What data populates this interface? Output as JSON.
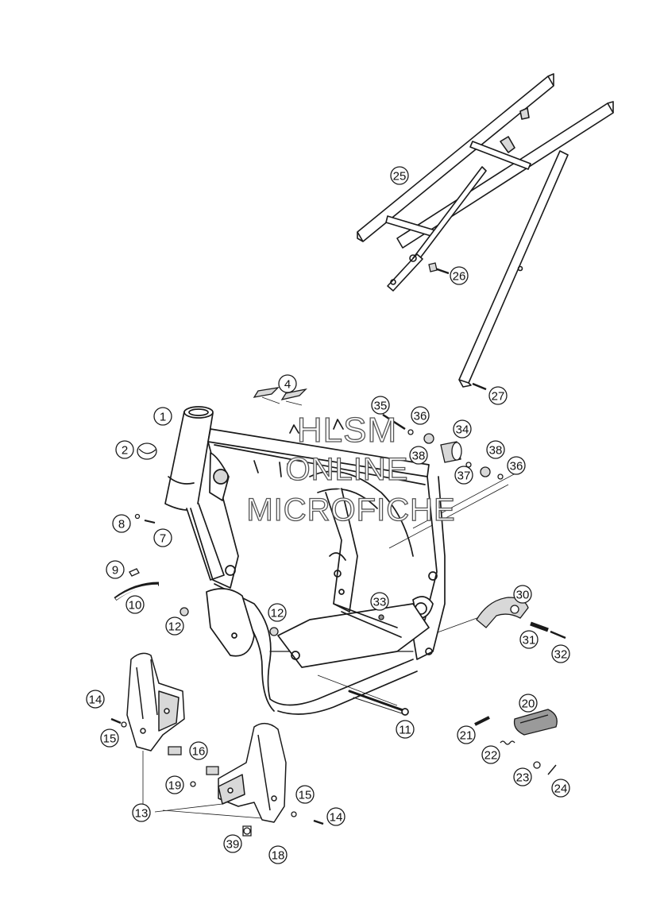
{
  "watermark": {
    "line1": "HLSM",
    "line2": "ONLINE",
    "line3": "MICROFICHE"
  },
  "callouts": [
    {
      "label": "1"
    },
    {
      "label": "2"
    },
    {
      "label": "4"
    },
    {
      "label": "7"
    },
    {
      "label": "8"
    },
    {
      "label": "9"
    },
    {
      "label": "10"
    },
    {
      "label": "11"
    },
    {
      "label": "12"
    },
    {
      "label": "12"
    },
    {
      "label": "13"
    },
    {
      "label": "14"
    },
    {
      "label": "14"
    },
    {
      "label": "15"
    },
    {
      "label": "15"
    },
    {
      "label": "16"
    },
    {
      "label": "18"
    },
    {
      "label": "19"
    },
    {
      "label": "20"
    },
    {
      "label": "21"
    },
    {
      "label": "22"
    },
    {
      "label": "23"
    },
    {
      "label": "24"
    },
    {
      "label": "25"
    },
    {
      "label": "26"
    },
    {
      "label": "27"
    },
    {
      "label": "30"
    },
    {
      "label": "31"
    },
    {
      "label": "32"
    },
    {
      "label": "33"
    },
    {
      "label": "34"
    },
    {
      "label": "35"
    },
    {
      "label": "36"
    },
    {
      "label": "36"
    },
    {
      "label": "37"
    },
    {
      "label": "38"
    },
    {
      "label": "38"
    },
    {
      "label": "39"
    }
  ],
  "colors": {
    "line": "#1a1a1a",
    "shade": "#9a9a9a",
    "light": "#d8d8d8",
    "background": "#ffffff"
  }
}
